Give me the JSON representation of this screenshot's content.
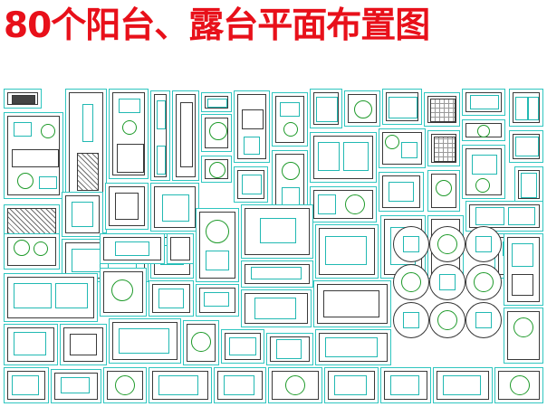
{
  "page": {
    "title": "80个阳台、露台平面布置图"
  },
  "colors": {
    "title": "#e8101a",
    "line": "#3a3a3a",
    "furniture": "#22b9b3",
    "plants": "#1e9a2a",
    "background": "#ffffff"
  },
  "sheet": {
    "plan_count": 80,
    "type": "balcony and terrace CAD layout plans"
  }
}
